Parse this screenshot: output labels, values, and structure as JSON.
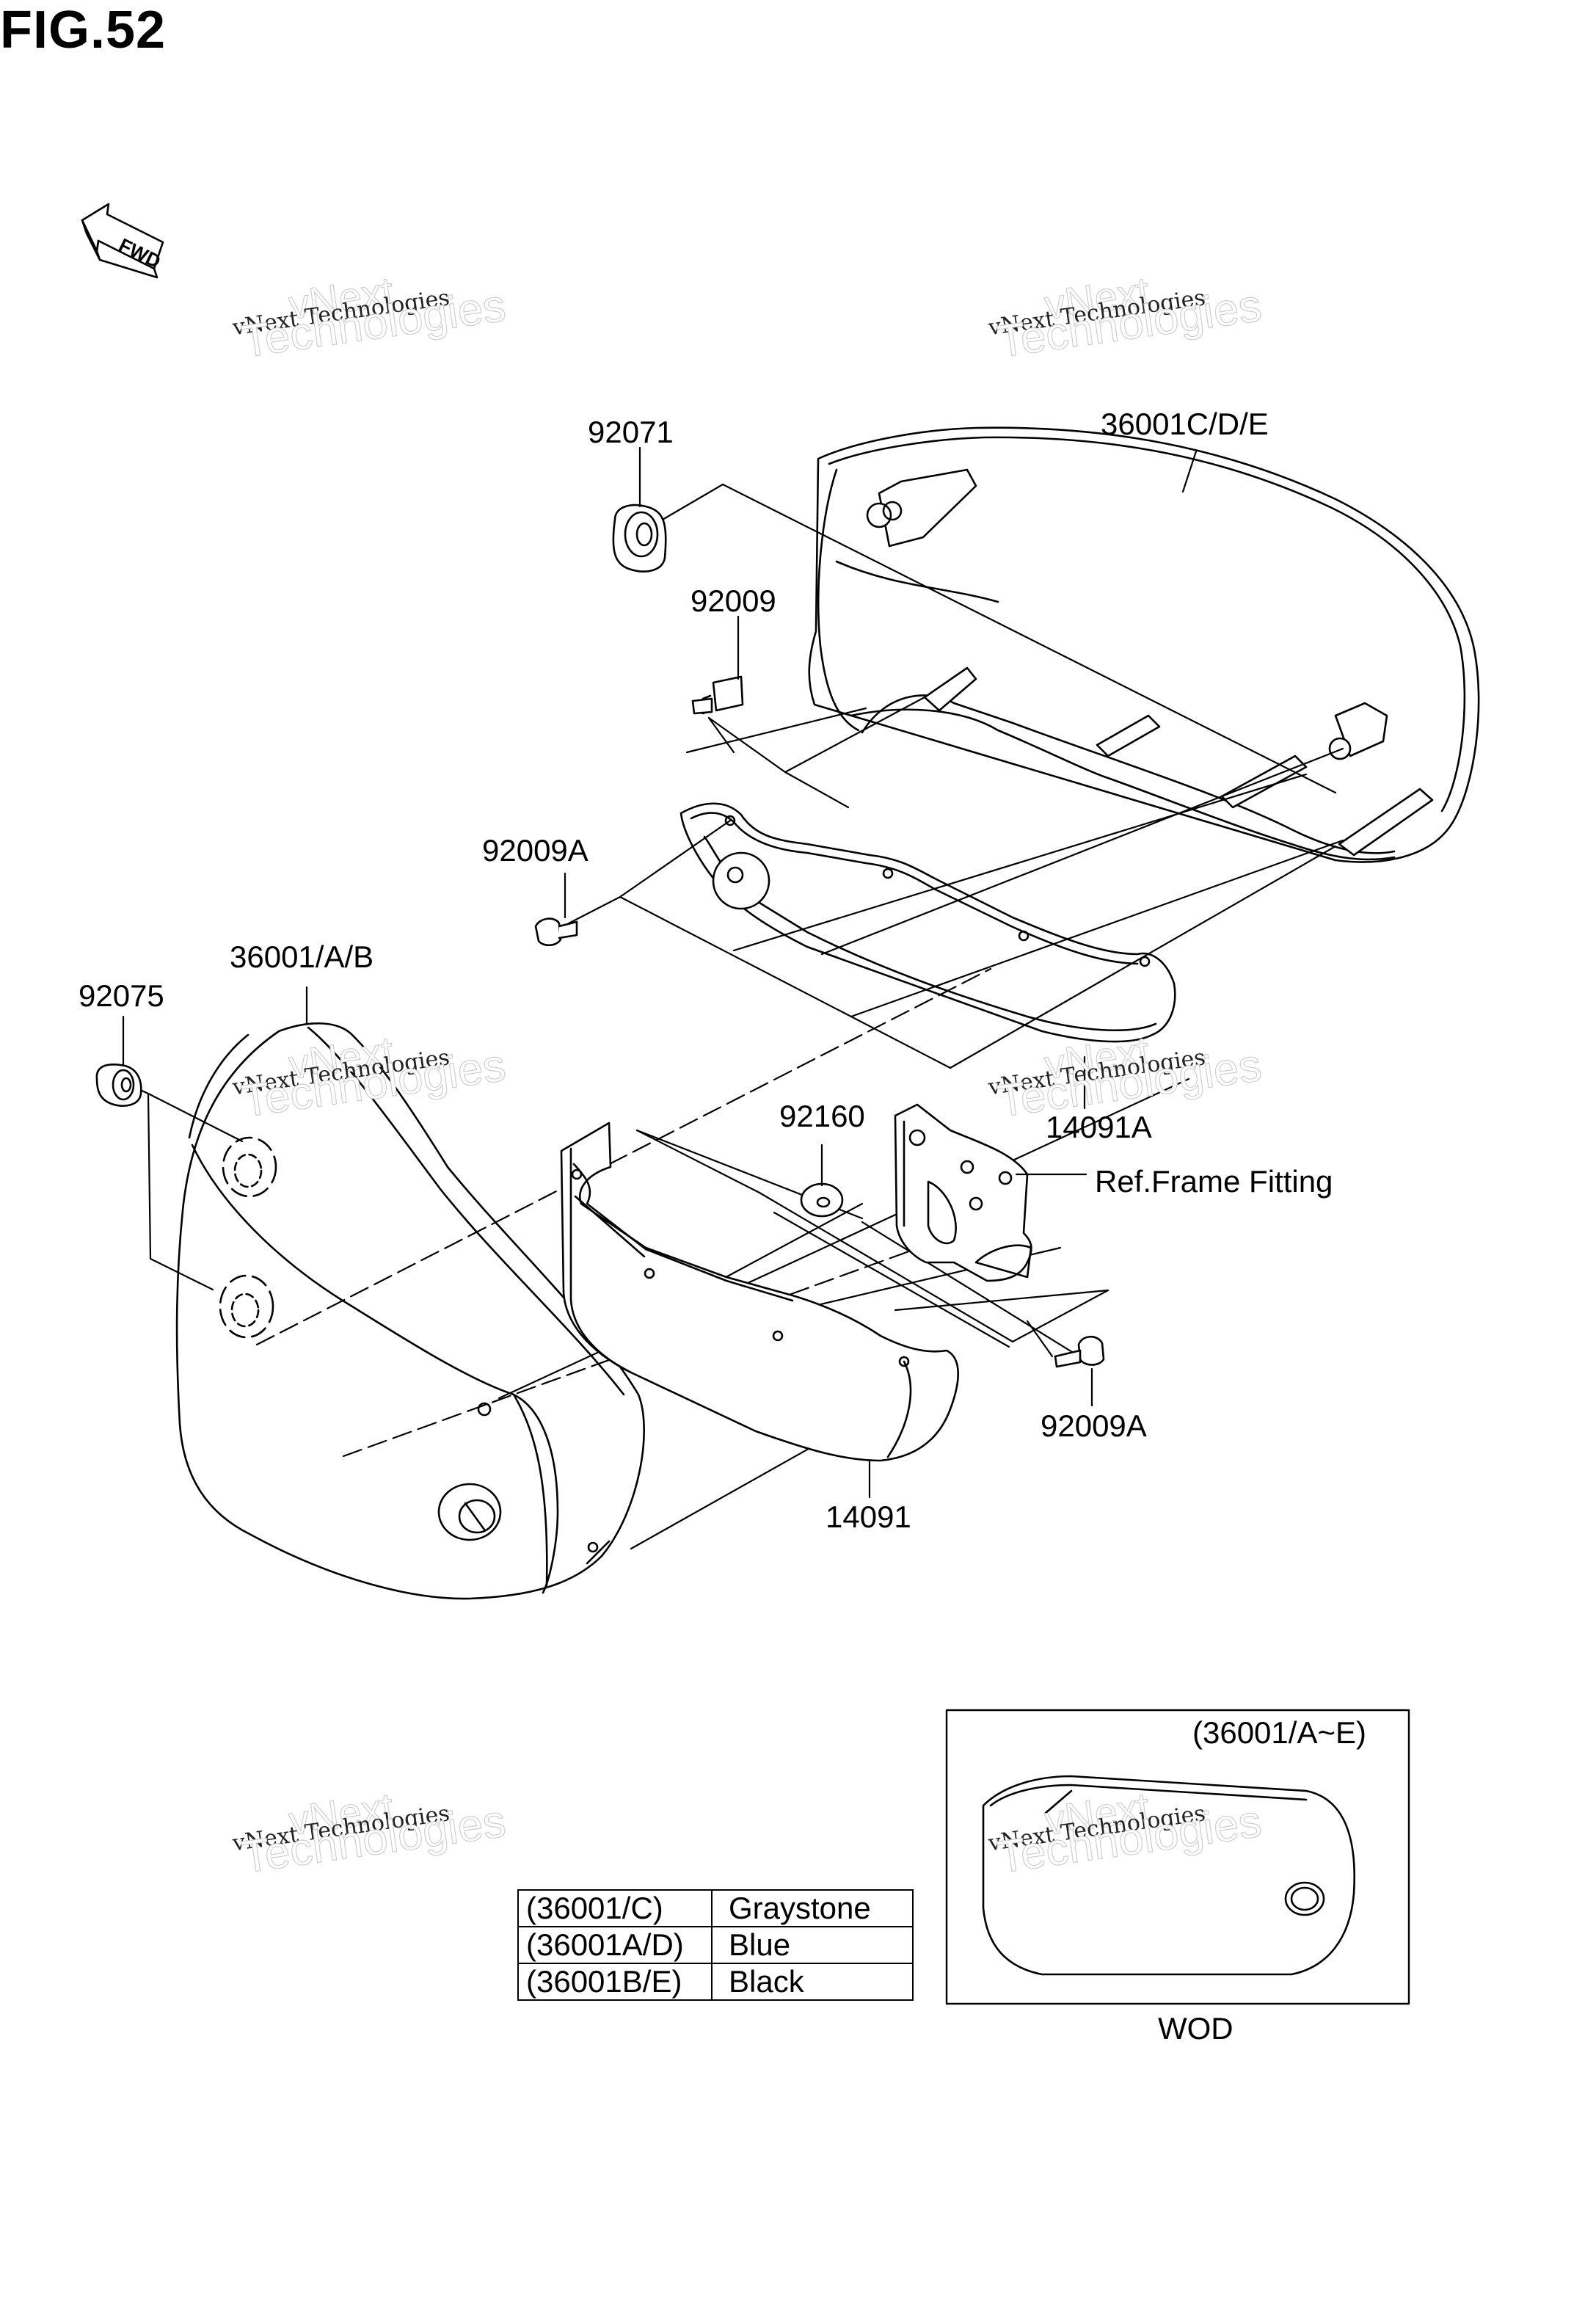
{
  "figure": {
    "title": "FIG.52"
  },
  "direction_arrow": {
    "label": "FWD"
  },
  "callouts": [
    {
      "id": "92071",
      "text": "92071"
    },
    {
      "id": "36001CDE",
      "text": "36001C/D/E"
    },
    {
      "id": "92009",
      "text": "92009"
    },
    {
      "id": "92009A_upper",
      "text": "92009A"
    },
    {
      "id": "36001AB",
      "text": "36001/A/B"
    },
    {
      "id": "92075",
      "text": "92075"
    },
    {
      "id": "92160",
      "text": "92160"
    },
    {
      "id": "14091A",
      "text": "14091A"
    },
    {
      "id": "ref_frame",
      "text": "Ref.Frame Fitting"
    },
    {
      "id": "92009A_lower",
      "text": "92009A"
    },
    {
      "id": "14091",
      "text": "14091"
    }
  ],
  "color_table": {
    "rows": [
      {
        "code": "(36001/C)",
        "color": "Graystone"
      },
      {
        "code": "(36001A/D)",
        "color": "Blue"
      },
      {
        "code": "(36001B/E)",
        "color": "Black"
      }
    ]
  },
  "inset": {
    "label": "(36001/A~E)",
    "caption": "WOD"
  },
  "watermark": {
    "line1": "vNext",
    "line2": "vNext Technologies",
    "line3": "Technologies"
  }
}
